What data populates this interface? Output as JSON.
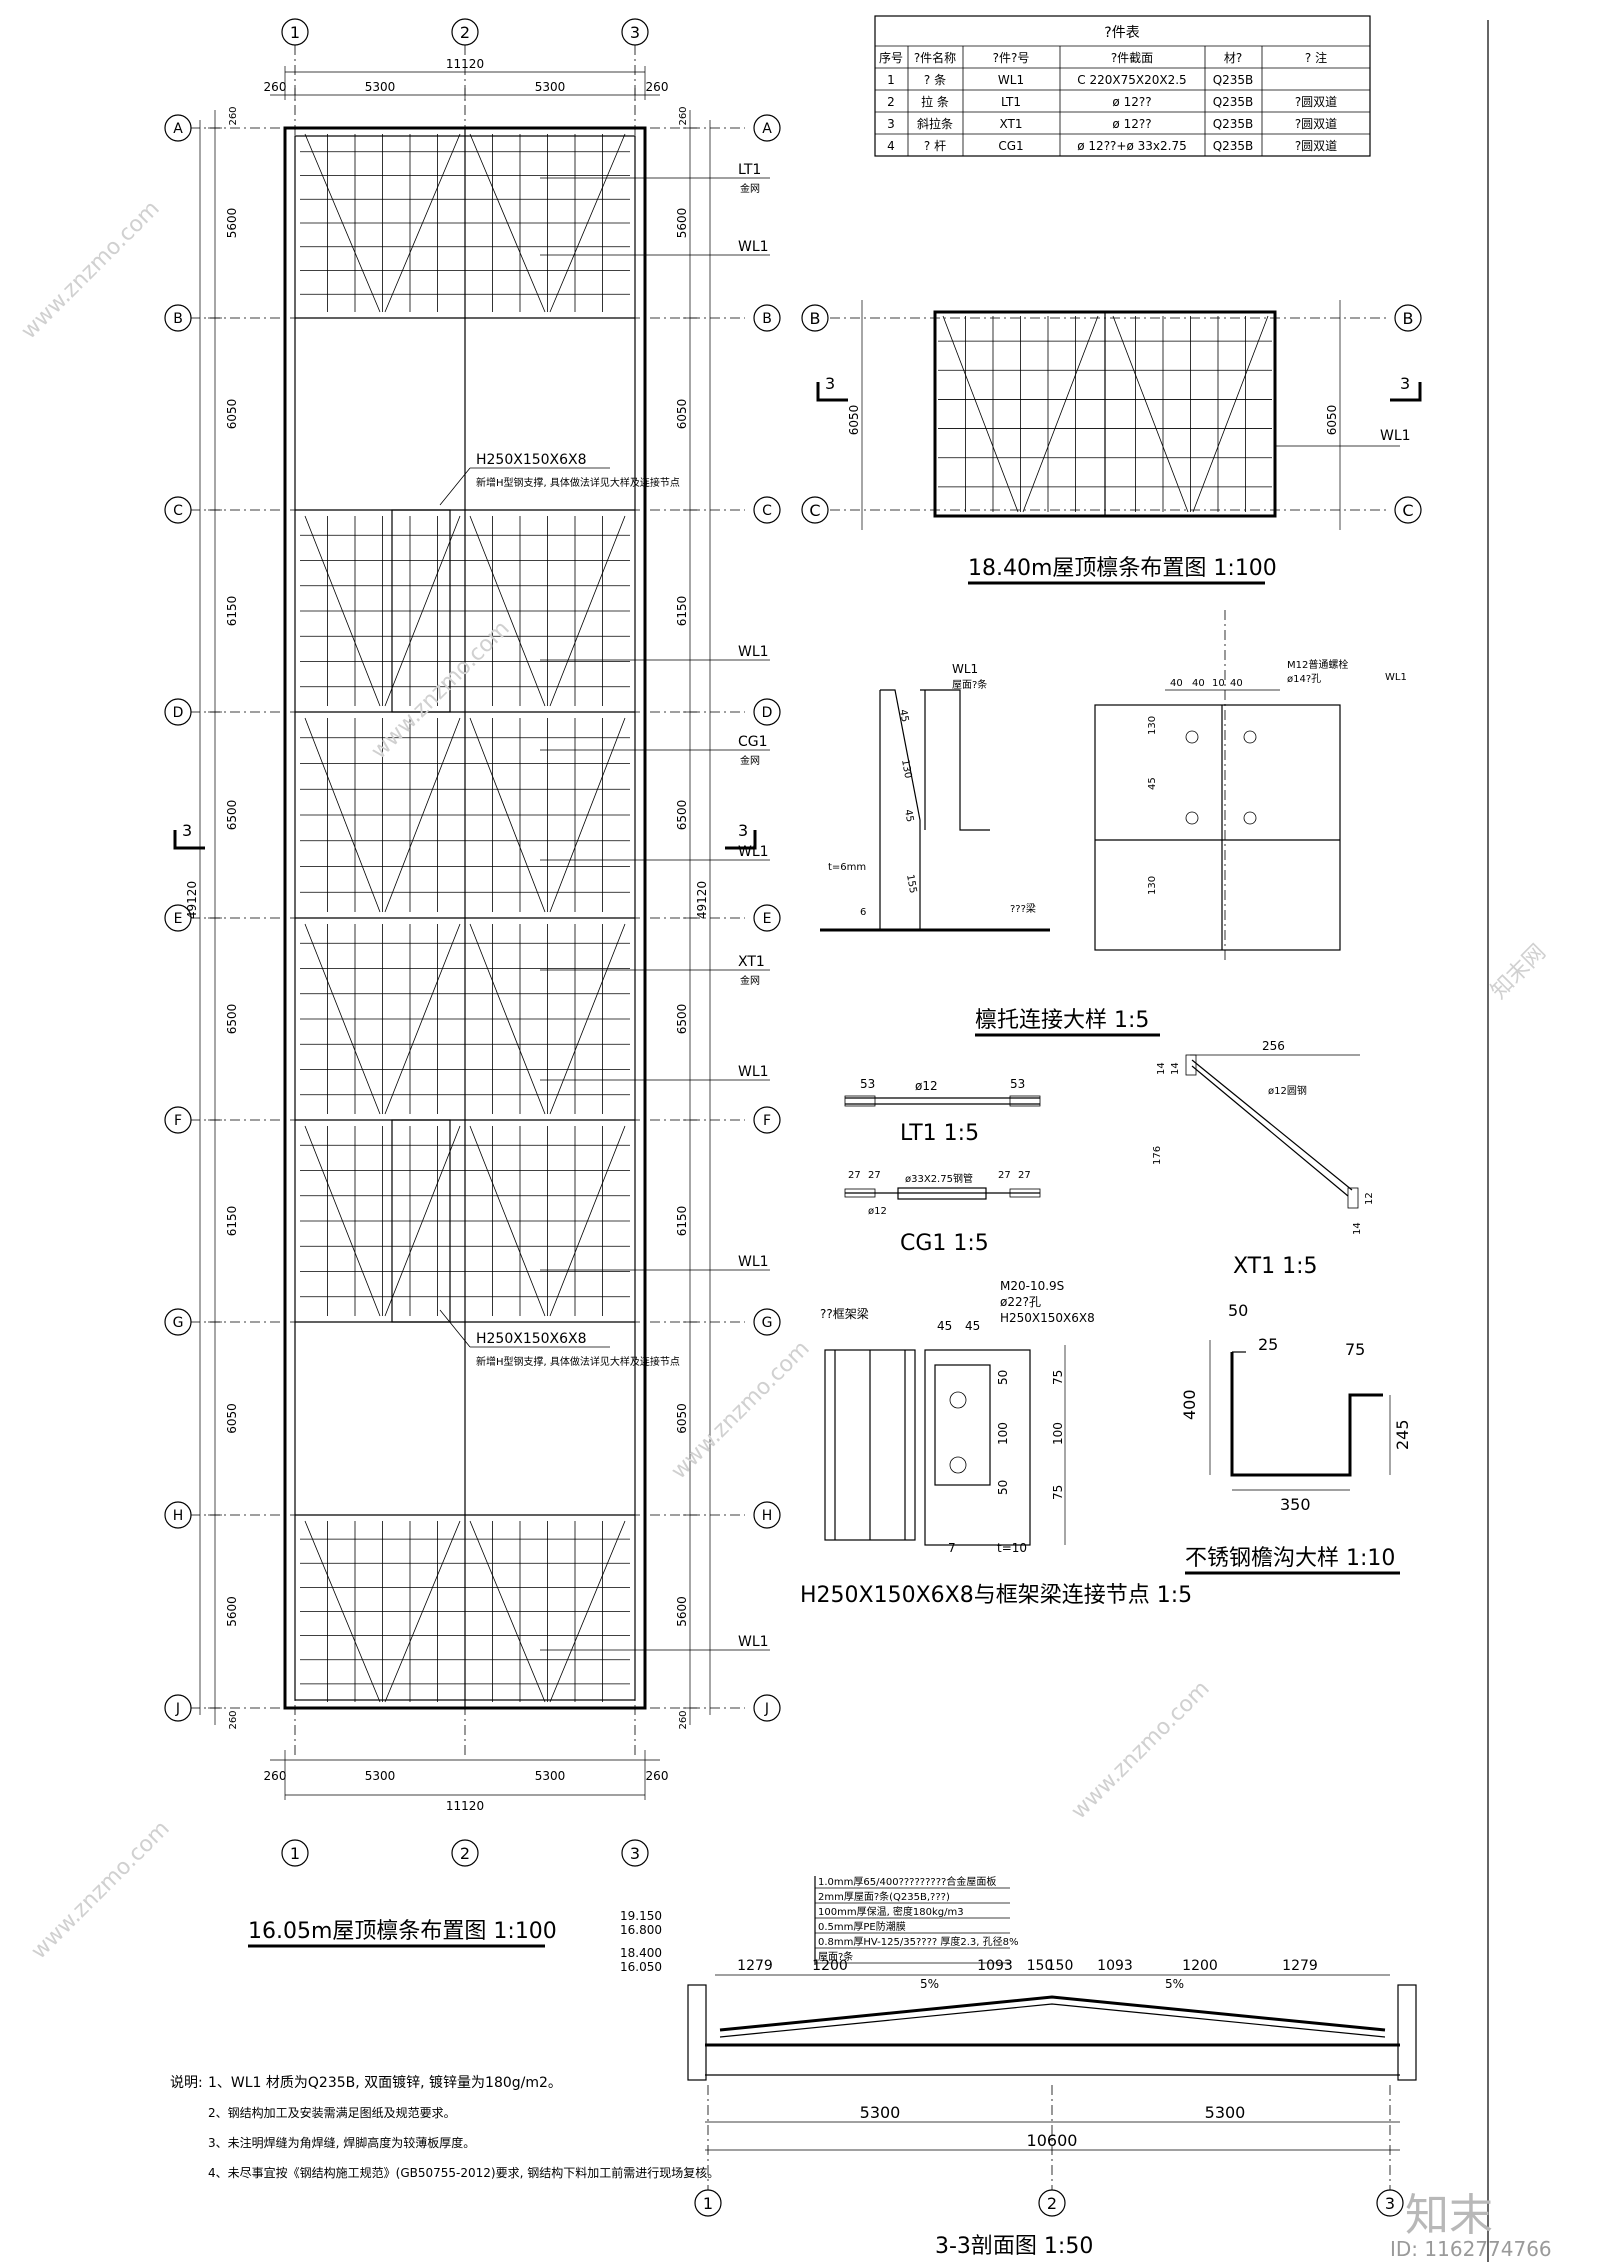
{
  "plan": {
    "title": "16.05m屋顶檩条布置图 1:100",
    "col_axes": [
      "1",
      "2",
      "3"
    ],
    "row_axes": [
      "A",
      "B",
      "C",
      "D",
      "E",
      "F",
      "G",
      "H",
      "J"
    ],
    "top_overall": "11120",
    "top_segments": [
      "260",
      "5300",
      "5300",
      "260"
    ],
    "bottom_segments": [
      "260",
      "5300",
      "5300",
      "260"
    ],
    "bottom_overall": "11120",
    "row_spacings": [
      "5600",
      "6050",
      "6150",
      "6500",
      "6500",
      "6150",
      "6050",
      "5600"
    ],
    "row_edge": "260",
    "total_height": "49120",
    "member_labels": [
      "LT1",
      "WL1",
      "WL1",
      "CG1",
      "WL1",
      "XT1",
      "WL1",
      "WL1",
      "WL1"
    ],
    "member_subnote": "金网",
    "beam_label_top": "H250X150X6X8",
    "beam_label_bottom": "H250X150X6X8",
    "beam_note": "新增H型钢支撑, 具体做法详见大样及连接节点",
    "section_mark": "3"
  },
  "table": {
    "title": "?件表",
    "headers": [
      "序号",
      "?件名称",
      "?件?号",
      "?件截面",
      "材?",
      "?  注"
    ],
    "rows": [
      [
        "1",
        "? 条",
        "WL1",
        "C 220X75X20X2.5",
        "Q235B",
        ""
      ],
      [
        "2",
        "拉 条",
        "LT1",
        "ø 12??",
        "Q235B",
        "?圆双道"
      ],
      [
        "3",
        "斜拉条",
        "XT1",
        "ø 12??",
        "Q235B",
        "?圆双道"
      ],
      [
        "4",
        "? 杆",
        "CG1",
        "ø 12??+ø 33x2.75",
        "Q235B",
        "?圆双道"
      ]
    ]
  },
  "roof1840": {
    "title": "18.40m屋顶檩条布置图 1:100",
    "axes": [
      "B",
      "C"
    ],
    "dim": "6050",
    "member": "WL1",
    "section_mark": "3"
  },
  "purlin_detail": {
    "title": "檩托连接大样 1:5",
    "labels": [
      "WL1",
      "屋面?条",
      "t=6mm",
      "???梁",
      "M12普通螺栓",
      "ø14?孔"
    ],
    "dims": [
      "45",
      "130",
      "45",
      "155",
      "6",
      "40",
      "40",
      "10",
      "40",
      "130",
      "45",
      "130"
    ]
  },
  "lt1": {
    "title": "LT1 1:5",
    "dims": [
      "53",
      "ø12",
      "53"
    ]
  },
  "cg1": {
    "title": "CG1 1:5",
    "dims": [
      "27",
      "27",
      "ø33X2.75钢管",
      "27",
      "27",
      "ø12"
    ]
  },
  "xt1": {
    "title": "XT1 1:5",
    "dims": [
      "256",
      "14",
      "14",
      "ø12圆钢",
      "176",
      "12",
      "14"
    ]
  },
  "beam_node": {
    "title": "H250X150X6X8与框架梁连接节点 1:5",
    "labels": [
      "??框架梁",
      "M20-10.9S",
      "ø22?孔",
      "H250X150X6X8",
      "t=10"
    ],
    "dims": [
      "45",
      "45",
      "50",
      "100",
      "50",
      "75",
      "100",
      "75",
      "7"
    ]
  },
  "gutter": {
    "title": "不锈钢檐沟大样 1:10",
    "dims": [
      "50",
      "25",
      "75",
      "400",
      "245",
      "350"
    ]
  },
  "section33": {
    "title": "3-3剖面图 1:50",
    "layers": [
      "1.0mm厚65/400?????????合金屋面板",
      "2mm厚屋面?条(Q235B,???)",
      "100mm厚保温, 密度180kg/m3",
      "0.5mm厚PE防潮膜",
      "0.8mm厚HV-125/35???? 厚度2.3, 孔径8%",
      "屋面?条"
    ],
    "elevations": [
      "19.150",
      "16.800",
      "18.400",
      "16.050"
    ],
    "top_dims": [
      "1279",
      "1200",
      "1093",
      "150",
      "150",
      "1093",
      "1200",
      "1279"
    ],
    "slopes": [
      "5%",
      "5%"
    ],
    "bottom_dims": [
      "5300",
      "5300"
    ],
    "overall": "10600",
    "axes": [
      "1",
      "2",
      "3"
    ]
  },
  "notes": {
    "lead": "说明:",
    "items": [
      "1、WL1 材质为Q235B, 双面镀锌, 镀锌量为180g/m2。",
      "2、钢结构加工及安装需满足图纸及规范要求。",
      "3、未注明焊缝为角焊缝, 焊脚高度为较薄板厚度。",
      "4、未尽事宜按《钢结构施工规范》(GB50755-2012)要求, 钢结构下料加工前需进行现场复核。"
    ]
  },
  "watermark": {
    "brand": "知末",
    "id": "ID: 1162774766",
    "site": "www.znzmo.com",
    "site_cn": "知末网"
  }
}
